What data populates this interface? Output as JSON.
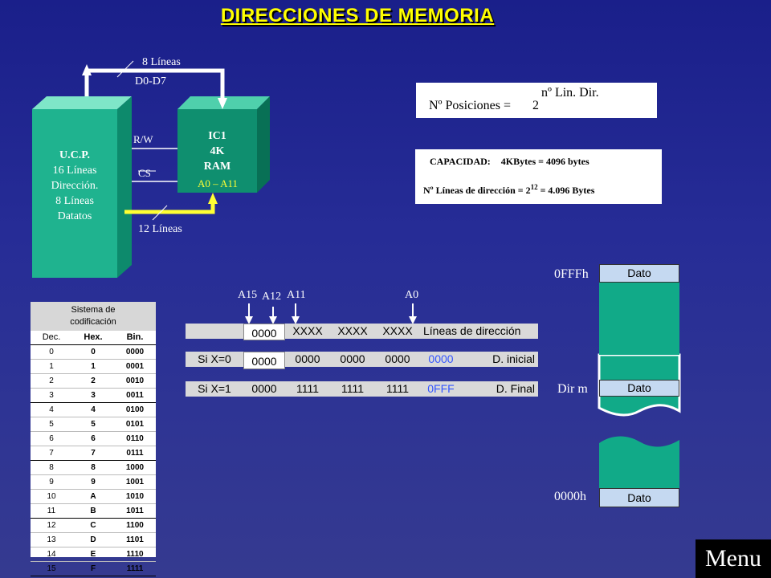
{
  "title": "DIRECCIONES DE MEMORIA",
  "cpu": {
    "name": "U.C.P.",
    "line1": "16 Líneas",
    "line2": "Dirección.",
    "line3": "8 Líneas",
    "line4": "Datatos"
  },
  "ram": {
    "name": "IC1",
    "size": "4K",
    "type": "RAM",
    "addr_pins": "A0 – A11"
  },
  "bus": {
    "data_lines": "8 Líneas",
    "data_bus": "D0-D7",
    "rw": "R/W",
    "cs": "CS",
    "addr_lines": "12 Líneas"
  },
  "positions_box": {
    "label": "Nº Posiciones =",
    "base": "2",
    "exponent": "nº Lin. Dir."
  },
  "capacity_box": {
    "line1_label": "CAPACIDAD:",
    "line1_value": "4KBytes = 4096 bytes",
    "line2_label": "Nº Líneas de dirección = 2",
    "line2_exp": "12",
    "line2_value": "= 4.096 Bytes"
  },
  "coding_table": {
    "title_line1": "Sistema de",
    "title_line2": "codificación",
    "headers": [
      "Dec.",
      "Hex.",
      "Bin."
    ],
    "rows": [
      [
        "0",
        "0",
        "0000"
      ],
      [
        "1",
        "1",
        "0001"
      ],
      [
        "2",
        "2",
        "0010"
      ],
      [
        "3",
        "3",
        "0011"
      ],
      [
        "4",
        "4",
        "0100"
      ],
      [
        "5",
        "5",
        "0101"
      ],
      [
        "6",
        "6",
        "0110"
      ],
      [
        "7",
        "7",
        "0111"
      ],
      [
        "8",
        "8",
        "1000"
      ],
      [
        "9",
        "9",
        "1001"
      ],
      [
        "10",
        "A",
        "1010"
      ],
      [
        "11",
        "B",
        "1011"
      ],
      [
        "12",
        "C",
        "1100"
      ],
      [
        "13",
        "D",
        "1101"
      ],
      [
        "14",
        "E",
        "1110"
      ],
      [
        "15",
        "F",
        "1111"
      ]
    ]
  },
  "addr_bits": {
    "a15": "A15",
    "a12": "A12",
    "a11": "A11",
    "a0": "A0"
  },
  "addr_rows": {
    "row1": {
      "c1": "",
      "c2": "0000",
      "c3": "XXXX",
      "c4": "XXXX",
      "c5": "XXXX",
      "c6": "Líneas de dirección"
    },
    "row2": {
      "c1": "Si X=0",
      "c2": "0000",
      "c3": "0000",
      "c4": "0000",
      "c5": "0000",
      "c6": "0000",
      "c7": "D. inicial"
    },
    "row3": {
      "c1": "Si X=1",
      "c2": "0000",
      "c3": "1111",
      "c4": "1111",
      "c5": "1111",
      "c6": "0FFF",
      "c7": "D. Final"
    }
  },
  "memory_map": {
    "top_addr": "0FFFh",
    "mid_addr": "Dir m",
    "bottom_addr": "0000h",
    "cell_label": "Dato"
  },
  "menu_label": "Menu",
  "colors": {
    "title": "#ffff00",
    "cpu_front": "#1fb38f",
    "ram_front": "#0f8f6f",
    "addr_bus": "#ffff33",
    "hex_blue": "#3355ff"
  }
}
